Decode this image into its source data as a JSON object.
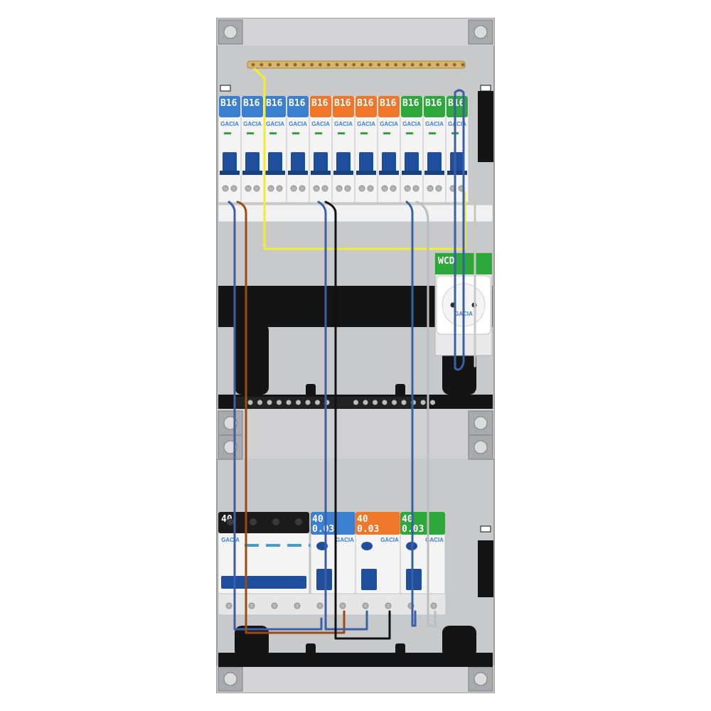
{
  "panel": {
    "brand": "GACIA",
    "colors": {
      "enclosure": "#cfd0d2",
      "rail": "#111111",
      "blue": "#3b7fd0",
      "orange": "#f0772a",
      "green": "#2da83a",
      "black": "#1b1b1b",
      "handle": "#1f4f9c",
      "wire_yellow": "#f2ee2a",
      "wire_blue": "#3a5ea8",
      "wire_brown": "#9b4a10",
      "wire_black": "#111111",
      "wire_grey": "#bdbdbd",
      "busbar": "#d9b46a"
    }
  },
  "breakers_top": [
    {
      "label": "B16",
      "group": "blue"
    },
    {
      "label": "B16",
      "group": "blue"
    },
    {
      "label": "B16",
      "group": "blue"
    },
    {
      "label": "B16",
      "group": "blue"
    },
    {
      "label": "B16",
      "group": "orange"
    },
    {
      "label": "B16",
      "group": "orange"
    },
    {
      "label": "B16",
      "group": "orange"
    },
    {
      "label": "B16",
      "group": "orange"
    },
    {
      "label": "B16",
      "group": "green"
    },
    {
      "label": "B16",
      "group": "green"
    },
    {
      "label": "B16",
      "group": "green"
    }
  ],
  "socket": {
    "label": "WCD",
    "group": "green"
  },
  "bottom_row": {
    "main_switch": {
      "label": "40",
      "group": "black"
    },
    "rcds": [
      {
        "line1": "40",
        "line2": "0.03",
        "group": "blue"
      },
      {
        "line1": "40",
        "line2": "0.03",
        "group": "orange"
      },
      {
        "line1": "40",
        "line2": "0.03",
        "group": "green"
      }
    ]
  }
}
